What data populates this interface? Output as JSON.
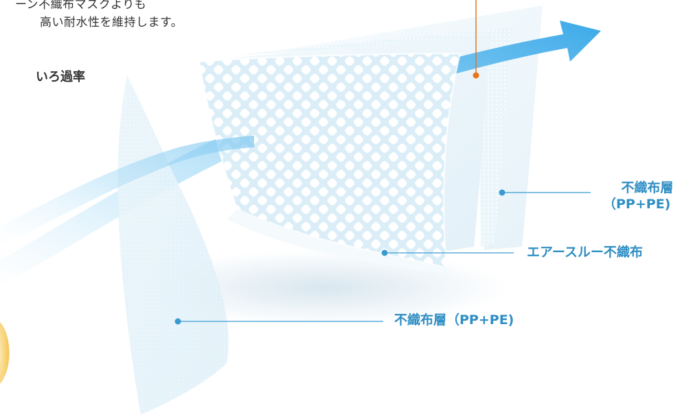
{
  "intro": {
    "line1": "ーン不織布マスクよりも",
    "line2": "高い耐水性を維持します。",
    "heading": "いろ過率"
  },
  "layers": [
    {
      "label_line1": "不織布層",
      "label_line2": "（PP+PE)"
    },
    {
      "label": "エアースルー不織布"
    },
    {
      "label": "不織布層（PP+PE)"
    }
  ],
  "colors": {
    "label": "#2f8ec4",
    "leader_line": "#3a9ad0",
    "accent_orange": "#e8741c",
    "arrow": "#4fb3ea"
  }
}
